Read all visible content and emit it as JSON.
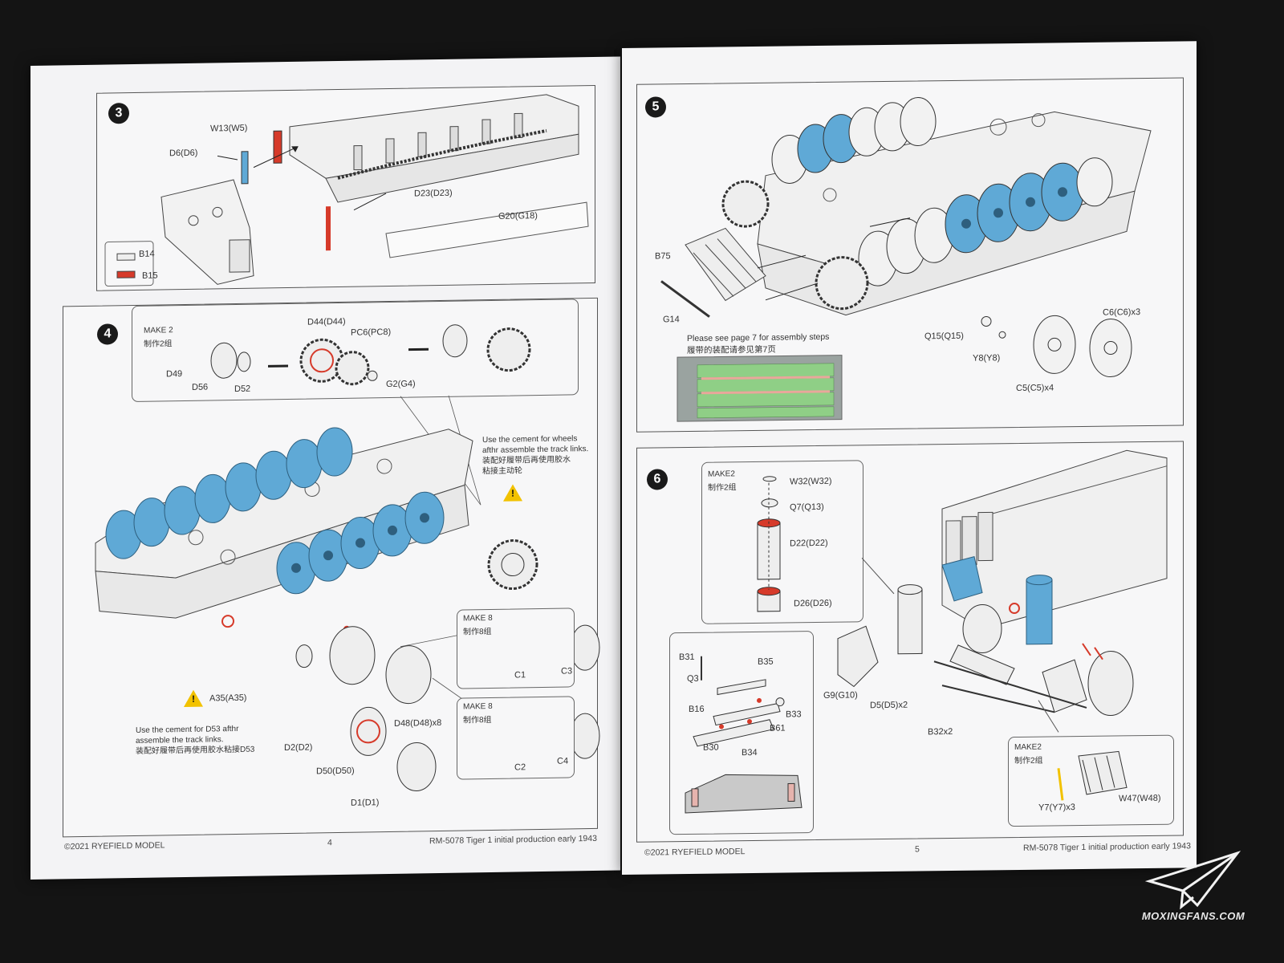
{
  "left_page": {
    "step3": {
      "number": "3",
      "labels": [
        "W13(W5)",
        "D6(D6)",
        "D23(D23)",
        "G20(G18)",
        "B14",
        "B15"
      ]
    },
    "step4": {
      "number": "4",
      "make_top": {
        "make": "MAKE 2",
        "make_cn": "制作2组"
      },
      "labels": [
        "D44(D44)",
        "PC6(PC8)",
        "D49",
        "D56",
        "D52",
        "G2(G4)",
        "A35(A35)",
        "D2(D2)",
        "D50(D50)",
        "D1(D1)",
        "D48(D48)x8"
      ],
      "note_wheels": "Use the cement for wheels\nafthr assemble the track links.\n装配好履带后再使用胶水\n粘接主动轮",
      "note_d53": "Use the cement for D53 afthr\nassemble the track links.\n装配好履带后再使用胶水粘接D53",
      "make_c1": {
        "make": "MAKE 8",
        "make_cn": "制作8组",
        "a": "C1",
        "b": "C3"
      },
      "make_c2": {
        "make": "MAKE 8",
        "make_cn": "制作8组",
        "a": "C2",
        "b": "C4"
      }
    },
    "footer": {
      "copyright": "©2021 RYEFIELD MODEL",
      "page": "4",
      "product": "RM-5078  Tiger 1 initial production early 1943"
    }
  },
  "right_page": {
    "step5": {
      "number": "5",
      "labels": [
        "B75",
        "G14",
        "Q15(Q15)",
        "Y8(Y8)",
        "C5(C5)x4",
        "C6(C6)x3"
      ],
      "note": "Please see page 7 for assembly steps\n履带的装配请参见第7页"
    },
    "step6": {
      "number": "6",
      "make_top": {
        "make": "MAKE2",
        "make_cn": "制作2组"
      },
      "labels_top": [
        "W32(W32)",
        "Q7(Q13)",
        "D22(D22)",
        "D26(D26)"
      ],
      "labels_left": [
        "B31",
        "B35",
        "Q3",
        "B16",
        "B33",
        "B61",
        "B30",
        "B34"
      ],
      "labels_main": [
        "G9(G10)",
        "D5(D5)x2",
        "B32x2"
      ],
      "make_bottom": {
        "make": "MAKE2",
        "make_cn": "制作2组",
        "a": "Y7(Y7)x3",
        "b": "W47(W48)"
      }
    },
    "footer": {
      "copyright": "©2021 RYEFIELD MODEL",
      "page": "5",
      "product": "RM-5078  Tiger 1 initial production early 1943"
    }
  },
  "colors": {
    "highlight_blue": "#5fa9d6",
    "highlight_red": "#d63a2a",
    "warning_yellow": "#f2c200",
    "track_green": "#8fcf86"
  },
  "watermark": {
    "text": "MOXINGFANS.COM",
    "icon": "paper-plane-icon"
  }
}
